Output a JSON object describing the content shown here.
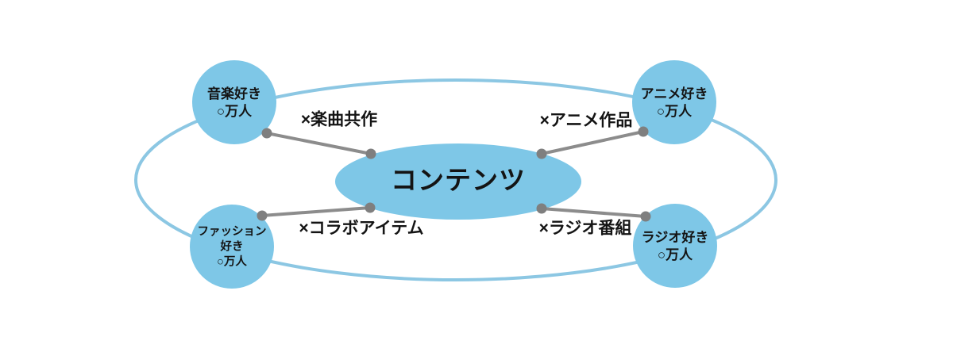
{
  "diagram": {
    "center": {
      "label": "コンテンツ"
    },
    "nodes": [
      {
        "id": "music",
        "label": "音楽好き\n○万人"
      },
      {
        "id": "anime",
        "label": "アニメ好き\n○万人"
      },
      {
        "id": "fashion",
        "label": "ファッション\n好き\n○万人"
      },
      {
        "id": "radio",
        "label": "ラジオ好き\n○万人"
      }
    ],
    "edges": [
      {
        "id": "music-edge",
        "label": "×楽曲共作"
      },
      {
        "id": "anime-edge",
        "label": "×アニメ作品"
      },
      {
        "id": "fashion-edge",
        "label": "×コラボアイテム"
      },
      {
        "id": "radio-edge",
        "label": "×ラジオ番組"
      }
    ]
  },
  "colors": {
    "node_fill": "#7ec7e7",
    "orbit_stroke": "#8cc7e3",
    "connector": "#8c8c8c",
    "connector_dot": "#7f7f7f",
    "text": "#141414"
  }
}
